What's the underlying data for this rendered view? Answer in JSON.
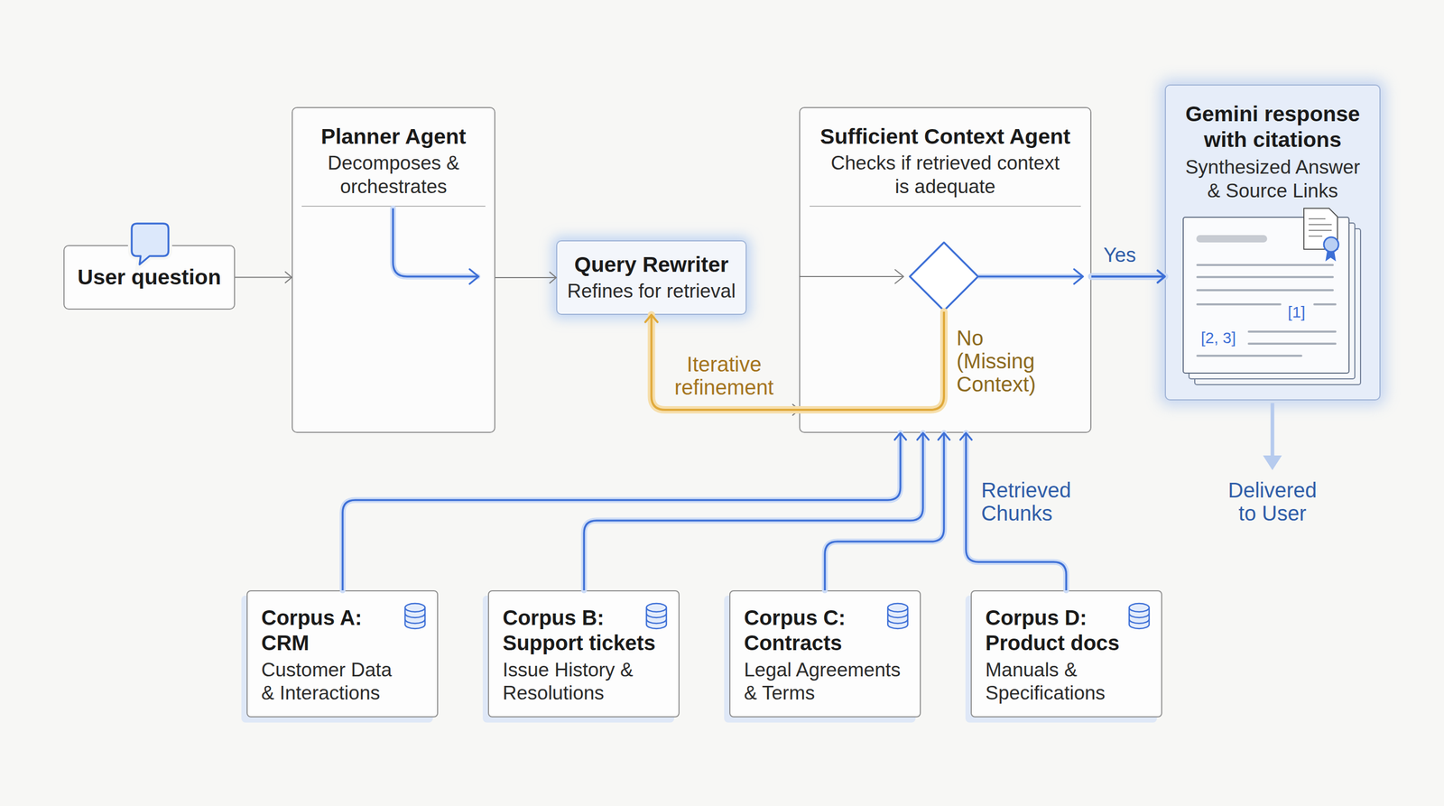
{
  "diagram": {
    "nodes": [
      {
        "text": [
          "User question"
        ]
      },
      {
        "text": [
          "Planner Agent",
          "Decomposes & orchestrates"
        ]
      },
      {
        "text": [
          "Query Rewriter",
          "Refines for retrieval"
        ]
      },
      {
        "text": [
          "Sufficient Context Agent",
          "Checks if retrieved context is adequate"
        ]
      },
      {
        "text": [
          "Gemini response with citations",
          "Synthesized Answer & Source Links"
        ]
      },
      {
        "text": [
          "Corpus A: CRM",
          "Customer Data & Interactions"
        ]
      },
      {
        "text": [
          "Corpus B: Support tickets",
          "Issue History & Resolutions"
        ]
      },
      {
        "text": [
          "Corpus C: Contracts",
          "Legal Agreements & Terms"
        ]
      },
      {
        "text": [
          "Corpus D: Product docs",
          "Manuals & Specifications"
        ]
      }
    ],
    "edges": [
      {
        "from": 0,
        "to": 1,
        "arrow": "to"
      },
      {
        "from": 1,
        "to": 2,
        "arrow": "to"
      },
      {
        "from": 2,
        "to": 3,
        "arrow": "to"
      },
      {
        "from": 3,
        "to": 4,
        "label": "Yes",
        "arrow": "to"
      },
      {
        "from": 3,
        "to": 2,
        "label": "Iterative refinement",
        "arrow": "to"
      },
      {
        "from": 5,
        "to": 3,
        "arrow": "to"
      },
      {
        "from": 6,
        "to": 3,
        "arrow": "to"
      },
      {
        "from": 7,
        "to": 3,
        "arrow": "to"
      },
      {
        "from": 8,
        "to": 3,
        "arrow": "to"
      }
    ],
    "labels": [
      "[1]",
      "[2, 3]",
      "No (Missing Context)",
      "Retrieved Chunks",
      "Delivered to User"
    ]
  }
}
